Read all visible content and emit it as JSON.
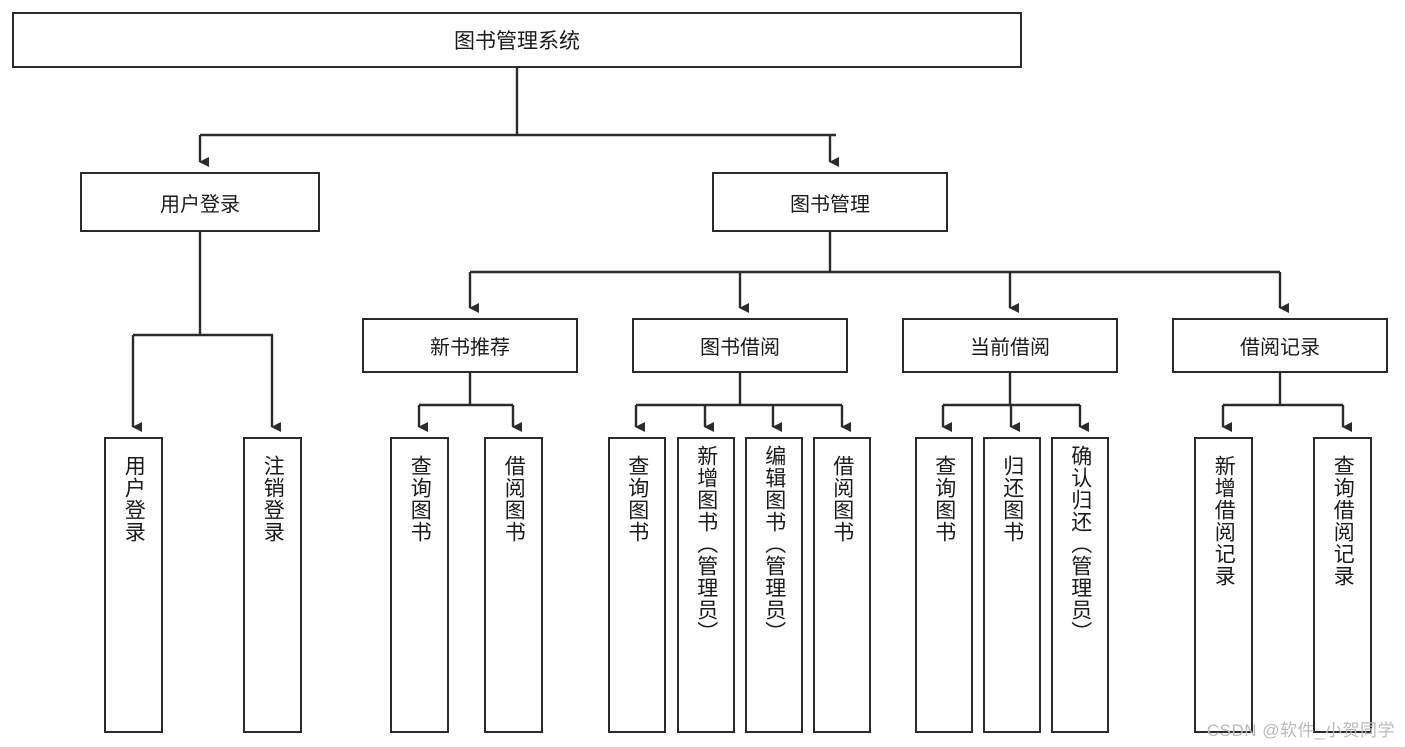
{
  "diagram": {
    "type": "tree",
    "title": "图书管理系统",
    "root": {
      "label": "图书管理系统"
    },
    "level2": [
      {
        "label": "用户登录"
      },
      {
        "label": "图书管理"
      }
    ],
    "level3": [
      {
        "label": "新书推荐"
      },
      {
        "label": "图书借阅"
      },
      {
        "label": "当前借阅"
      },
      {
        "label": "借阅记录"
      }
    ],
    "leaves": [
      {
        "label": "用户登录",
        "parent": "用户登录"
      },
      {
        "label": "注销登录",
        "parent": "用户登录"
      },
      {
        "label": "查询图书",
        "parent": "新书推荐"
      },
      {
        "label": "借阅图书",
        "parent": "新书推荐"
      },
      {
        "label": "查询图书",
        "parent": "图书借阅"
      },
      {
        "label": "新增图书（管理员）",
        "parent": "图书借阅"
      },
      {
        "label": "编辑图书（管理员）",
        "parent": "图书借阅"
      },
      {
        "label": "借阅图书",
        "parent": "图书借阅"
      },
      {
        "label": "查询图书",
        "parent": "当前借阅"
      },
      {
        "label": "归还图书",
        "parent": "当前借阅"
      },
      {
        "label": "确认归还（管理员）",
        "parent": "当前借阅"
      },
      {
        "label": "新增借阅记录",
        "parent": "借阅记录"
      },
      {
        "label": "查询借阅记录",
        "parent": "借阅记录"
      }
    ],
    "colors": {
      "stroke": "#2b2b2b",
      "fill": "#ffffff",
      "text": "#1a1a1a",
      "watermark": "#b9b9b9"
    }
  },
  "watermark": {
    "text": "CSDN @软件_小贺同学"
  }
}
